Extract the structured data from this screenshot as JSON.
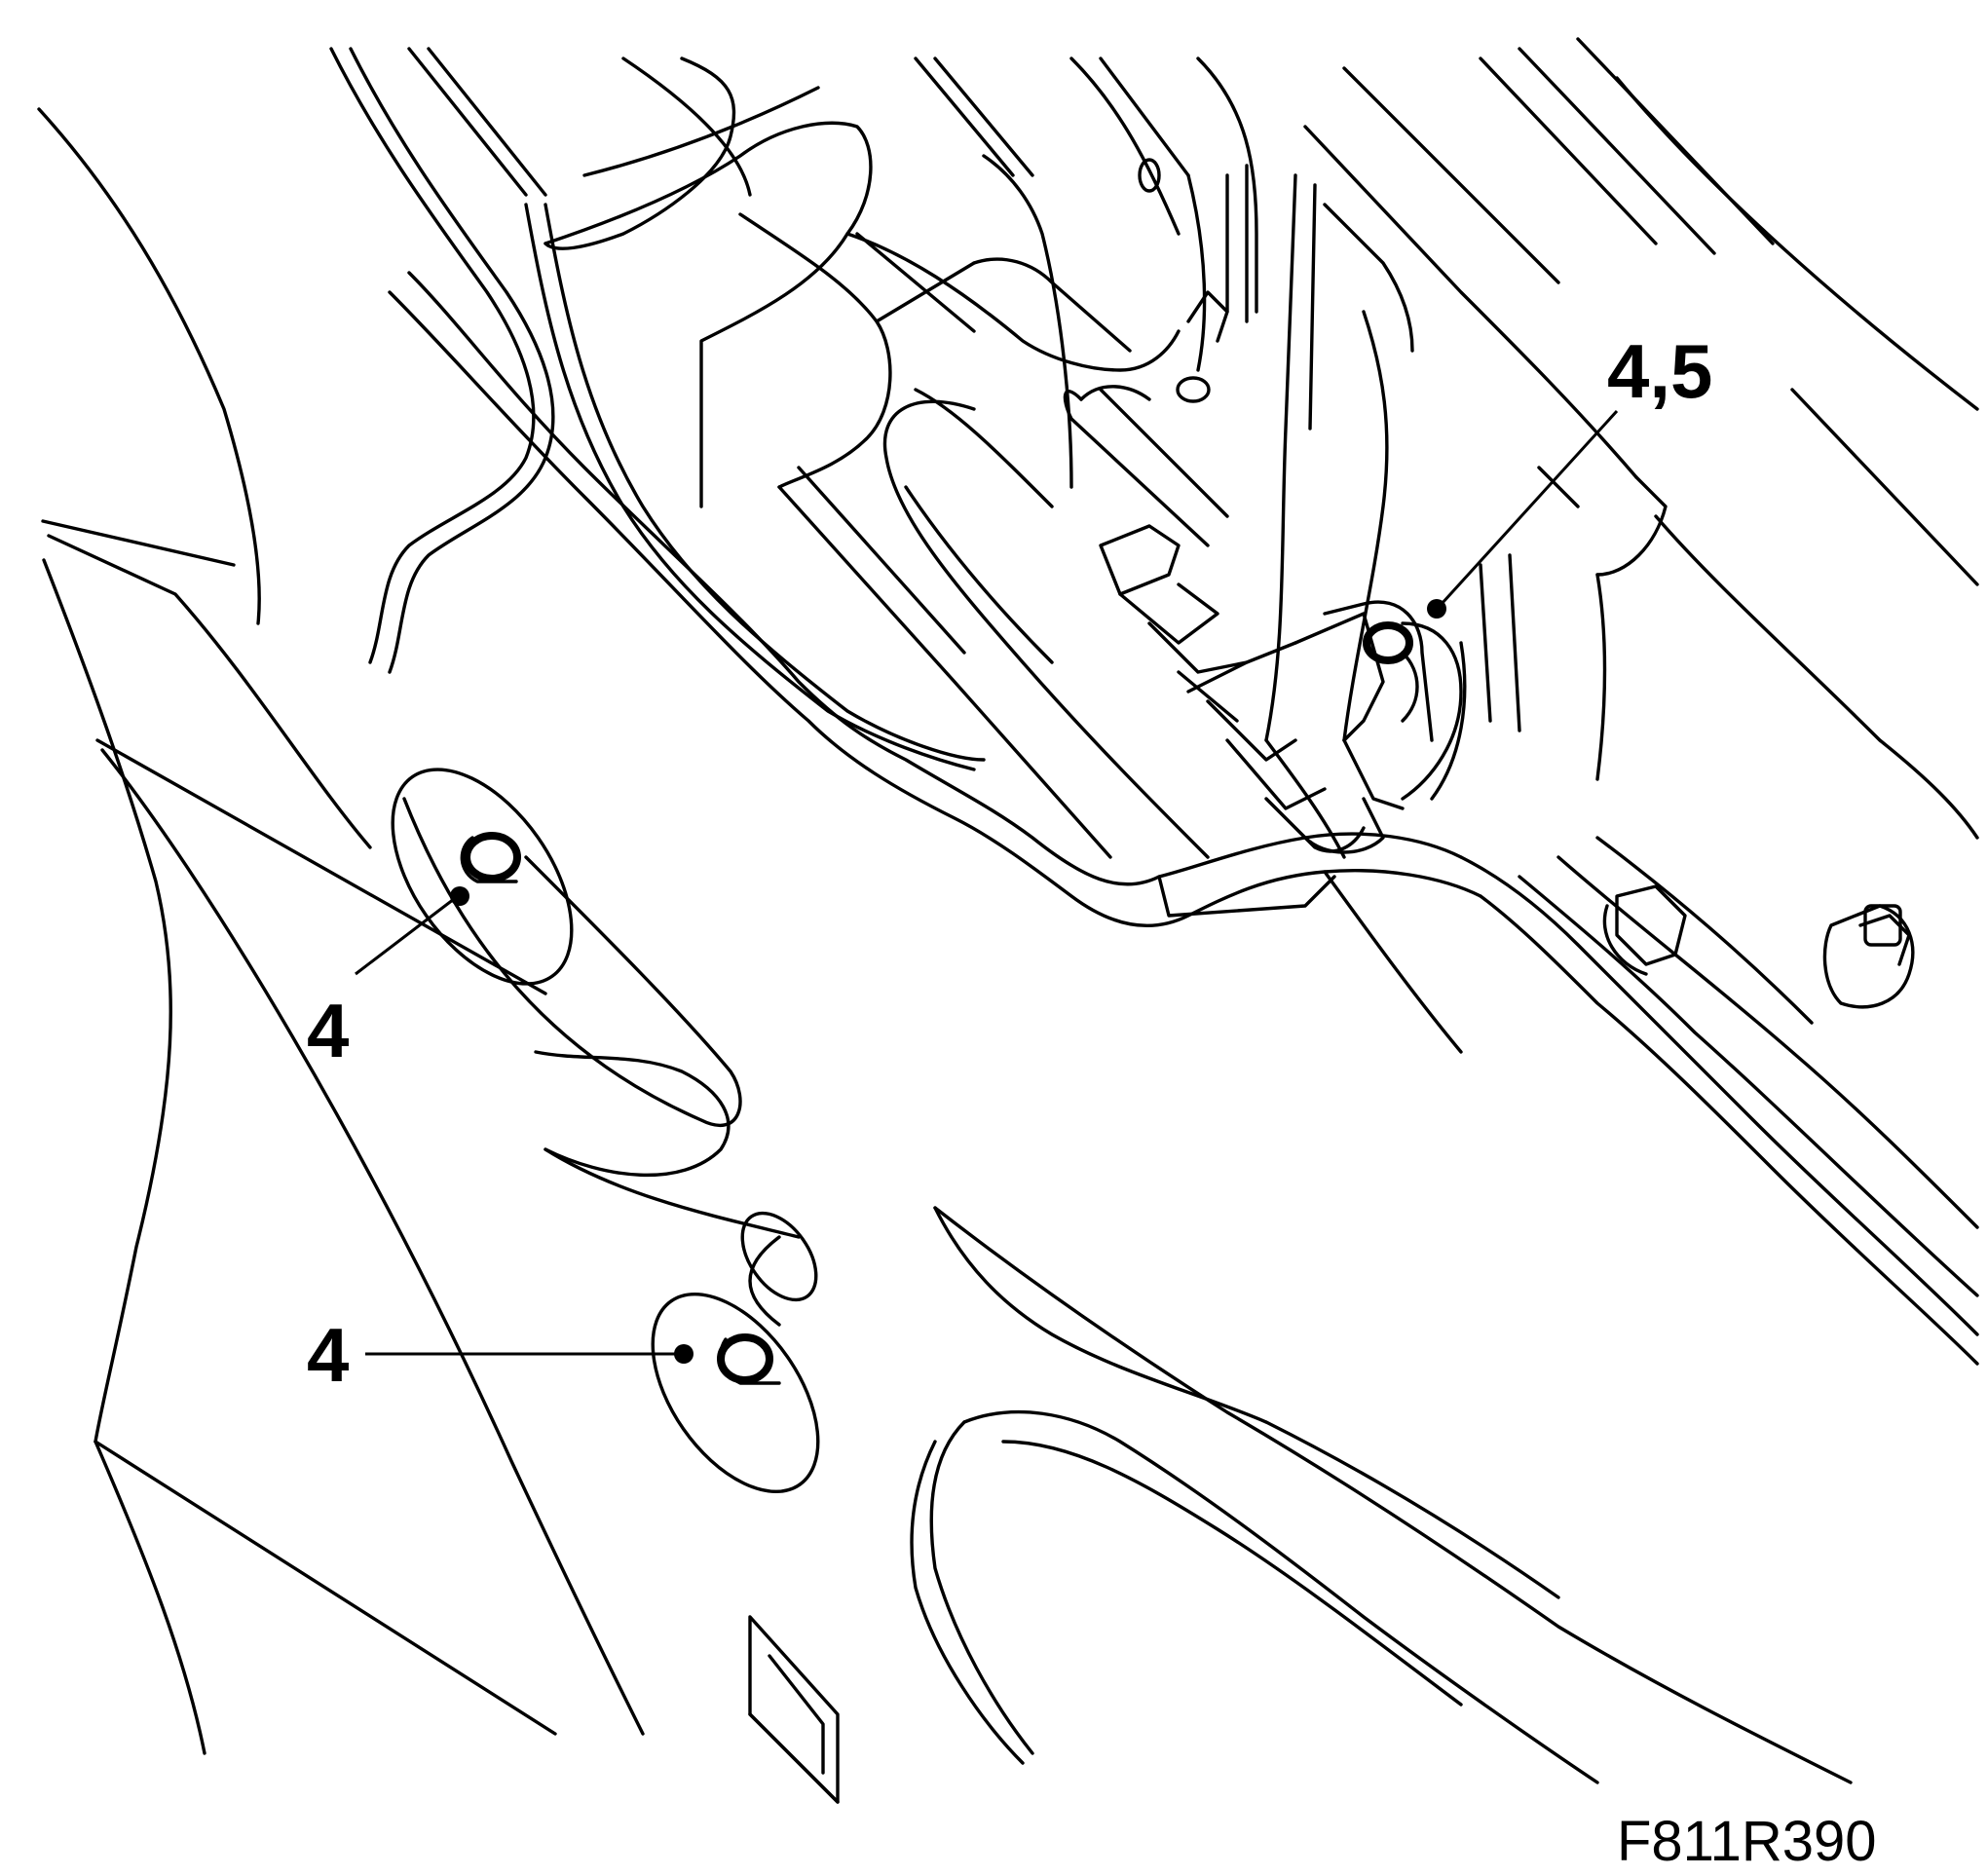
{
  "diagram": {
    "callouts": [
      {
        "id": "callout-upper-bolt",
        "label": "4"
      },
      {
        "id": "callout-lower-bolt",
        "label": "4"
      },
      {
        "id": "callout-bracket-bolt",
        "label": "4,5"
      }
    ],
    "figure_id": "F811R390"
  }
}
